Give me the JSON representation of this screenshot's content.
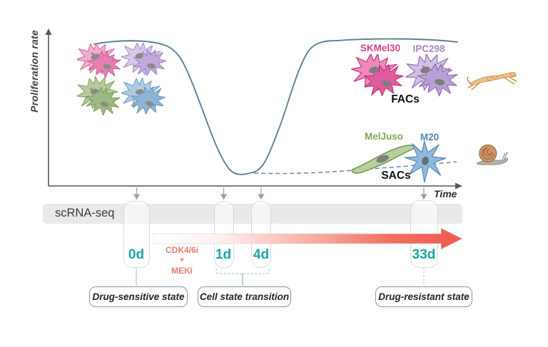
{
  "chart": {
    "y_axis_label": "Proliferation rate",
    "x_axis_label": "Time",
    "curve_description": "Proliferation rate is high before treatment, drops to a minimum during drug treatment, then recovers (solid line, FACs) or stays low (dashed line, SACs)."
  },
  "sensitive_cells": {
    "description": "Four untreated melanoma cell populations",
    "colors": [
      "#e77fb0",
      "#c1a9da",
      "#9db883",
      "#8fb4d6"
    ]
  },
  "fast_group": {
    "label": "FACs",
    "cell_lines": [
      {
        "name": "SKMel30",
        "color": "#d4418e"
      },
      {
        "name": "IPC298",
        "color": "#a78bc0"
      }
    ],
    "icon": "cheetah-icon"
  },
  "slow_group": {
    "label": "SACs",
    "cell_lines": [
      {
        "name": "MelJuso",
        "color": "#7fa653"
      },
      {
        "name": "M20",
        "color": "#4e88b5"
      }
    ],
    "icon": "snail-icon"
  },
  "assay": {
    "label": "scRNA-seq"
  },
  "timeline": {
    "timepoints": [
      {
        "label": "0d"
      },
      {
        "label": "1d"
      },
      {
        "label": "4d"
      },
      {
        "label": "33d"
      }
    ],
    "treatment": {
      "line1": "CDK4/6i",
      "line2": "+",
      "line3": "MEKi"
    },
    "day_color": "#1ba3a6",
    "treatment_color": "#e87c6f"
  },
  "states": [
    {
      "label": "Drug-sensitive state"
    },
    {
      "label": "Cell state transition"
    },
    {
      "label": "Drug-resistant state"
    }
  ],
  "colors": {
    "curve": "#5d7f96",
    "arrow_red": "#f0594c",
    "band_gray": "#e9e9e9",
    "box_border": "#7f9aab",
    "capsule_border": "#a3b8c8"
  }
}
